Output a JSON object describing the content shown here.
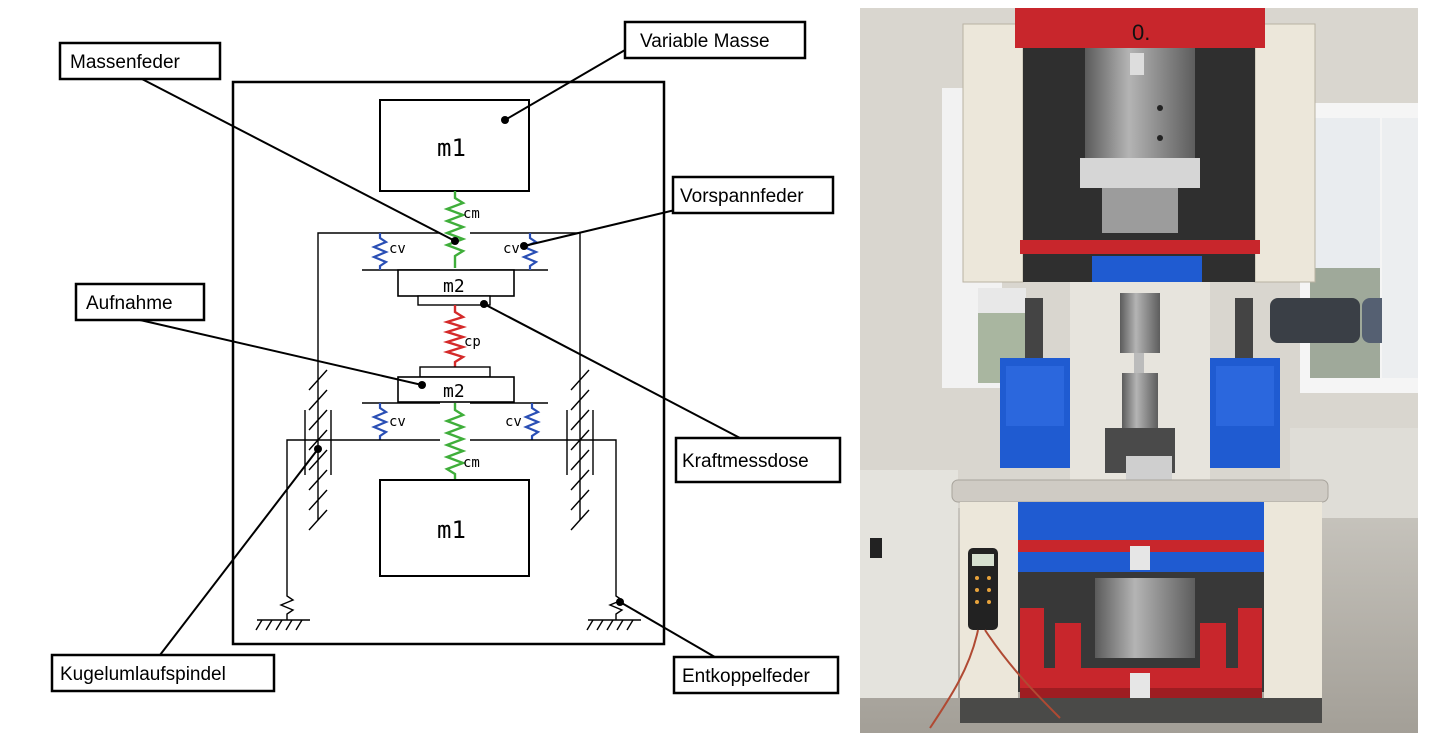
{
  "callouts": {
    "variable_masse": "Variable Masse",
    "massenfeder": "Massenfeder",
    "vorspannfeder": "Vorspannfeder",
    "aufnahme": "Aufnahme",
    "kraftmessdose": "Kraftmessdose",
    "kugelumlaufspindel": "Kugelumlaufspindel",
    "entkoppelfeder": "Entkoppelfeder"
  },
  "masses": {
    "top_m1": "m1",
    "upper_m2": "m2",
    "lower_m2": "m2",
    "bottom_m1": "m1"
  },
  "springs": {
    "cm_top": "cm",
    "cv_top_left": "cv",
    "cv_top_right": "cv",
    "cp": "cp",
    "cv_bottom_left": "cv",
    "cv_bottom_right": "cv",
    "cm_bottom": "cm"
  },
  "photo": {
    "overlay_text": "0."
  },
  "colors": {
    "spring_green": "#3fae3a",
    "spring_blue": "#2a4fb5",
    "spring_red": "#d42a2a",
    "machine_blue": "#1f5bd1",
    "machine_red": "#c8262c",
    "machine_cream": "#ece7da",
    "steel": "#8a8a8a"
  }
}
